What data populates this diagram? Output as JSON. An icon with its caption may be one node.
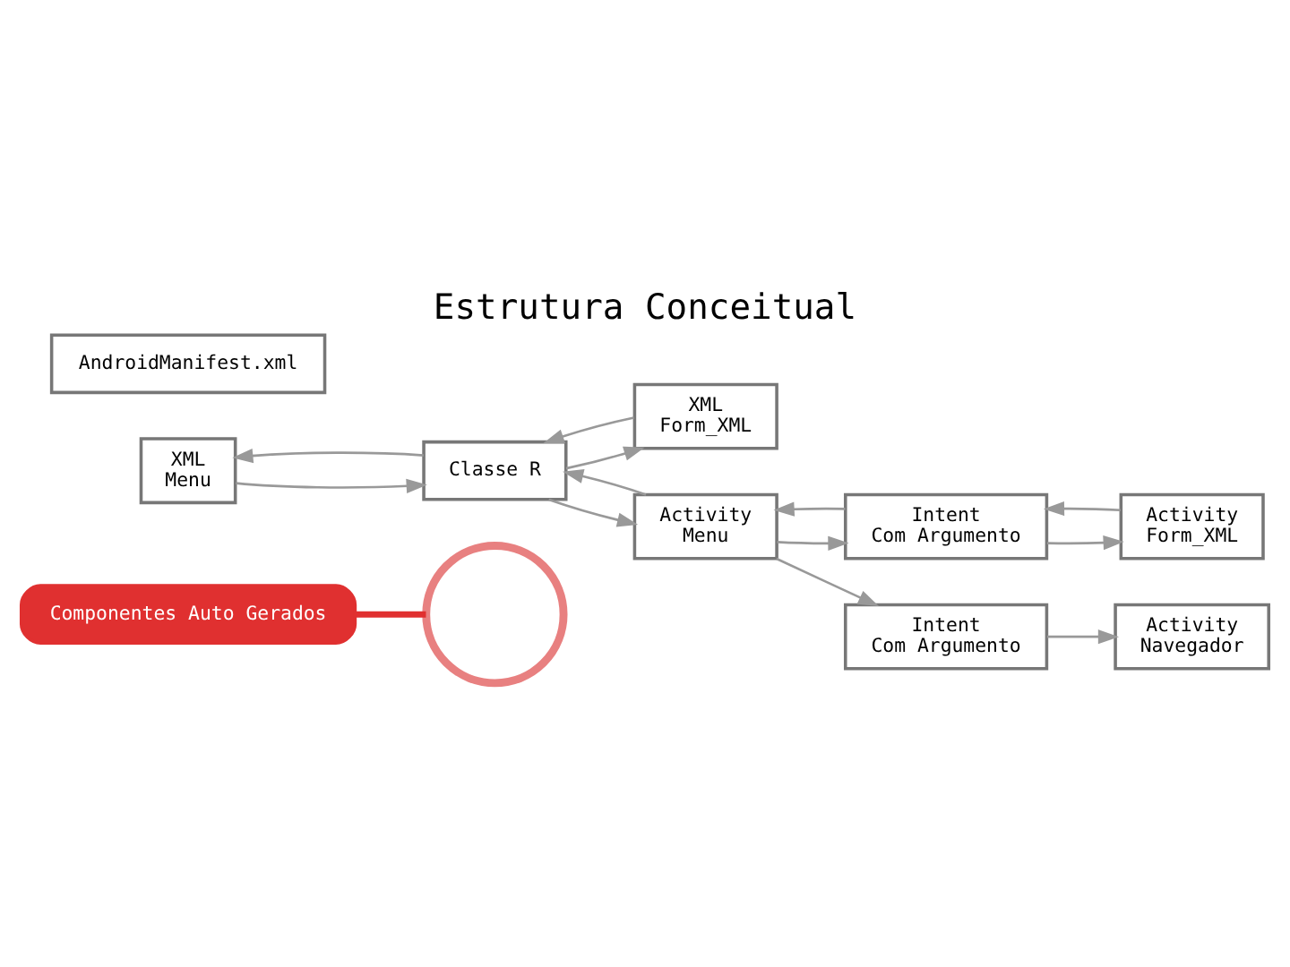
{
  "diagram": {
    "title": "Estrutura Conceitual",
    "nodes": [
      {
        "text": [],
        "shape": "circle"
      },
      {
        "text": [
          "XML",
          "Menu"
        ]
      },
      {
        "text": [
          "XML",
          "Form_XML"
        ]
      },
      {
        "text": [
          "Classe R"
        ]
      },
      {
        "text": [
          "Activity",
          "Menu"
        ]
      },
      {
        "text": [
          "Intent",
          "Com Argumento"
        ]
      },
      {
        "text": [
          "Intent",
          "Com Argumento"
        ]
      },
      {
        "text": [
          "Activity",
          "Form_XML"
        ]
      },
      {
        "text": [
          "Activity",
          "Navegador"
        ]
      },
      {
        "text": [
          "AndroidManifest.xml"
        ]
      },
      {
        "text": [
          "Componentes Auto Gerados"
        ]
      }
    ],
    "edges": [
      {
        "from": 1,
        "to": 3,
        "arrow": "to"
      },
      {
        "from": 3,
        "to": 1,
        "arrow": "to"
      },
      {
        "from": 2,
        "to": 3,
        "arrow": "to"
      },
      {
        "from": 3,
        "to": 2,
        "arrow": "to"
      },
      {
        "from": 3,
        "to": 4,
        "arrow": "to"
      },
      {
        "from": 4,
        "to": 3,
        "arrow": "to"
      },
      {
        "from": 4,
        "to": 5,
        "arrow": "to"
      },
      {
        "from": 5,
        "to": 4,
        "arrow": "to"
      },
      {
        "from": 4,
        "to": 6,
        "arrow": "to"
      },
      {
        "from": 5,
        "to": 7,
        "arrow": "to"
      },
      {
        "from": 7,
        "to": 5,
        "arrow": "to"
      },
      {
        "from": 6,
        "to": 8,
        "arrow": "to"
      },
      {
        "from": 10,
        "to": 0,
        "arrow": "none",
        "color": "#e03030",
        "style": "thick"
      }
    ]
  }
}
